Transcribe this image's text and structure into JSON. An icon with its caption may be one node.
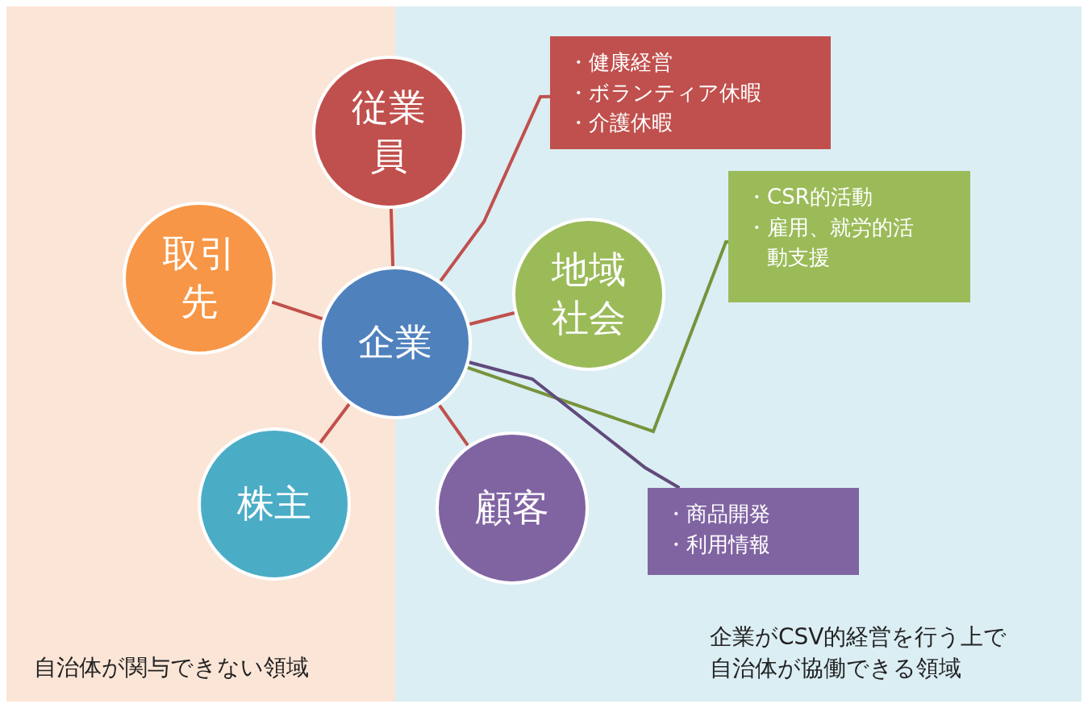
{
  "diagram": {
    "nodes": [
      {
        "text": [
          "自治体が関与できない領域"
        ]
      },
      {
        "text": [
          "企業がCSV的経営を行う上で自治体が協働できる領域"
        ]
      },
      {
        "text": [
          "企業"
        ]
      },
      {
        "text": [
          "従業員"
        ]
      },
      {
        "text": [
          "取引先"
        ],
        "in": 0
      },
      {
        "text": [
          "株主"
        ],
        "in": 0
      },
      {
        "text": [
          "地域社会"
        ],
        "in": 1
      },
      {
        "text": [
          "顧客"
        ],
        "in": 1
      },
      {
        "text": [
          "・健康経営",
          "・ボランティア休暇",
          "・介護休暇"
        ],
        "in": 1
      },
      {
        "text": [
          "・CSR的活動",
          "・雇用、就労的活動支援"
        ],
        "in": 1
      },
      {
        "text": [
          "・商品開発",
          "・利用情報"
        ],
        "in": 1
      }
    ],
    "edges": [
      {
        "from": 2,
        "to": 3,
        "arrow": "none"
      },
      {
        "from": 2,
        "to": 4,
        "arrow": "none"
      },
      {
        "from": 2,
        "to": 5,
        "arrow": "none"
      },
      {
        "from": 2,
        "to": 6,
        "arrow": "none"
      },
      {
        "from": 2,
        "to": 7,
        "arrow": "none"
      },
      {
        "from": 2,
        "to": 8,
        "arrow": "none"
      },
      {
        "from": 2,
        "to": 9,
        "arrow": "none",
        "color": "#77933c"
      },
      {
        "from": 2,
        "to": 10,
        "arrow": "none",
        "color": "#604a7b"
      }
    ]
  }
}
